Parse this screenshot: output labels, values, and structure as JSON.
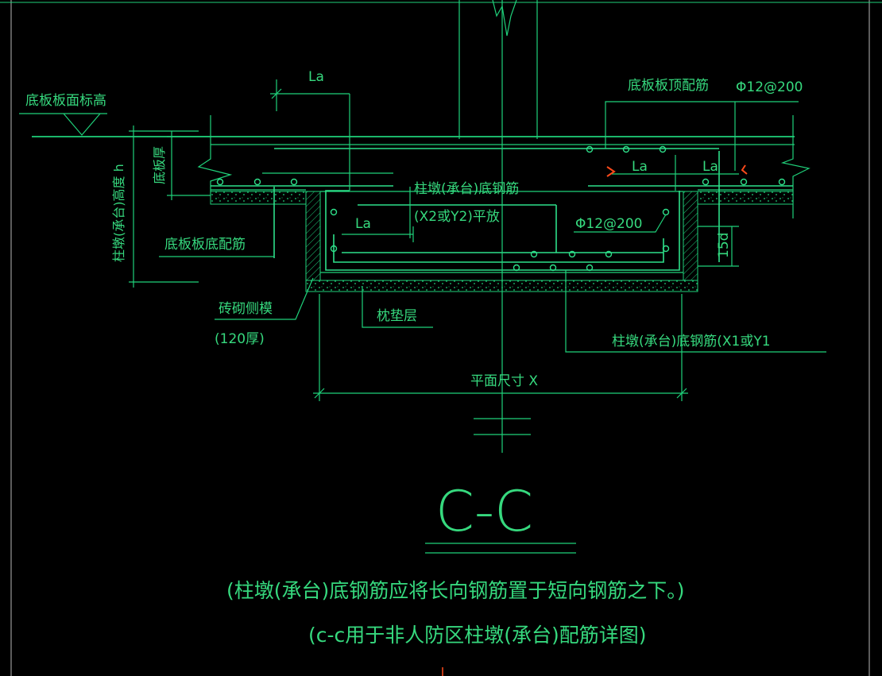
{
  "colors": {
    "background": "#000000",
    "line": "#1fd17a",
    "rebar": "#2ee08a",
    "text": "#36d97e",
    "red": "#ff4a1a"
  },
  "labels": {
    "slab_top_elevation": "底板板面标高",
    "pier_height": "柱墩(承台)高度 h",
    "slab_thickness": "底板厚",
    "la_top_left": "La",
    "la_inner": "La",
    "la_right_1": "La",
    "la_right_2": "La",
    "slab_top_rebar": "底板板顶配筋",
    "top_rebar_spec": "Φ12@200",
    "pier_bottom_rebar_line1": "柱墩(承台)底钢筋",
    "pier_bottom_rebar_line2": "(X2或Y2)平放",
    "side_rebar_spec": "Φ12@200",
    "anchor_15d": "15d",
    "slab_bottom_rebar": "底板板底配筋",
    "brick_formwork_line1": "砖砌侧模",
    "brick_formwork_line2": "(120厚)",
    "cushion_layer": "枕垫层",
    "pier_bottom_rebar_x1y1": "柱墩(承台)底钢筋(X1或Y1",
    "plan_dimension": "平面尺寸 X",
    "section_title": "C-C",
    "note_1": "(柱墩(承台)底钢筋应将长向钢筋置于短向钢筋之下。)",
    "note_2": "(c-c用于非人防区柱墩(承台)配筋详图)"
  }
}
